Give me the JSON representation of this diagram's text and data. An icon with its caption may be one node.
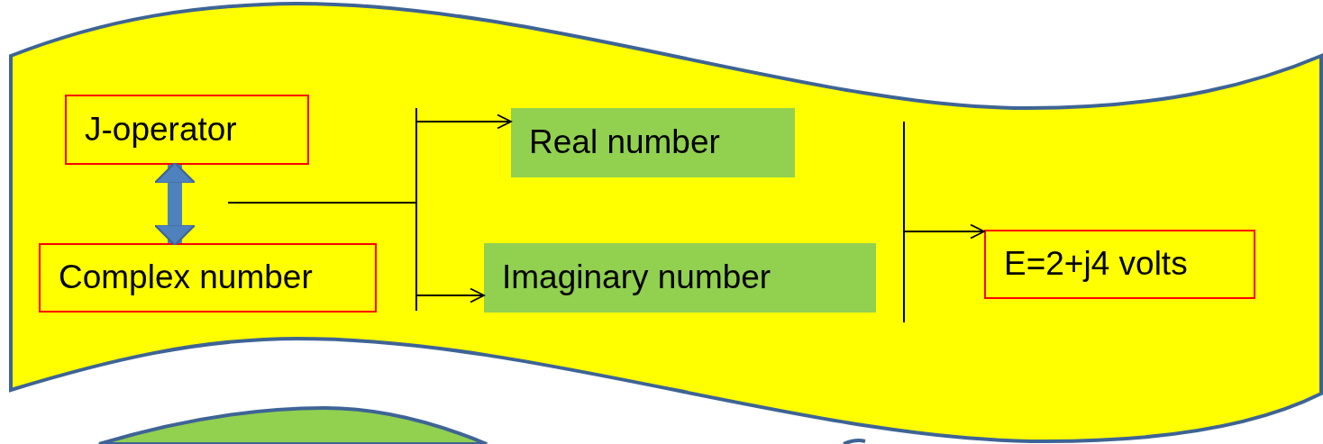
{
  "diagram": {
    "nodes": [
      {
        "text": [],
        "shape": "banner"
      },
      {
        "text": [
          "J-operator"
        ],
        "in": 0
      },
      {
        "text": [
          "Complex number"
        ],
        "in": 0
      },
      {
        "text": [
          "Real number"
        ],
        "in": 0
      },
      {
        "text": [
          "Imaginary number"
        ],
        "in": 0
      },
      {
        "text": [
          "E=2+j4 volts"
        ],
        "in": 0
      }
    ],
    "edges": [
      {
        "from": 1,
        "to": 2,
        "arrow": "both",
        "style": "thick",
        "color": "#4f81bd"
      },
      {
        "from": null,
        "to": 3,
        "arrow": "to"
      },
      {
        "from": null,
        "to": 4,
        "arrow": "to"
      },
      {
        "from": null,
        "to": 5,
        "arrow": "to"
      }
    ]
  }
}
